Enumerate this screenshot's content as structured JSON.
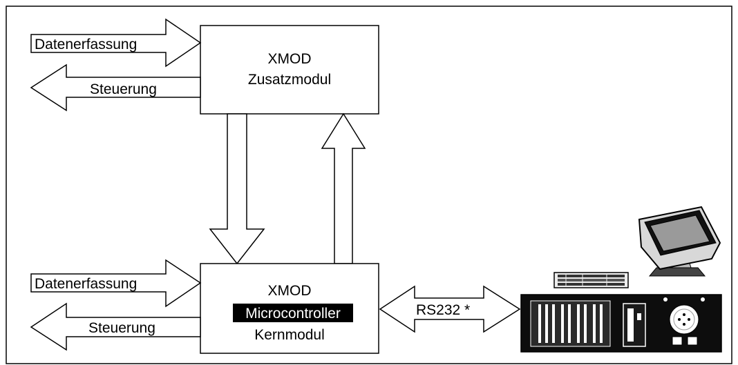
{
  "top_module": {
    "title": "XMOD",
    "subtitle": "Zusatzmodul",
    "input_label": "Datenerfassung",
    "output_label": "Steuerung"
  },
  "bottom_module": {
    "title": "XMOD",
    "highlight": "Microcontroller",
    "subtitle": "Kernmodul",
    "input_label": "Datenerfassung",
    "output_label": "Steuerung"
  },
  "link": {
    "label": "RS232 *"
  },
  "computer": {
    "icons": [
      "monitor-icon",
      "keyboard-icon",
      "pc-case-icon"
    ]
  }
}
